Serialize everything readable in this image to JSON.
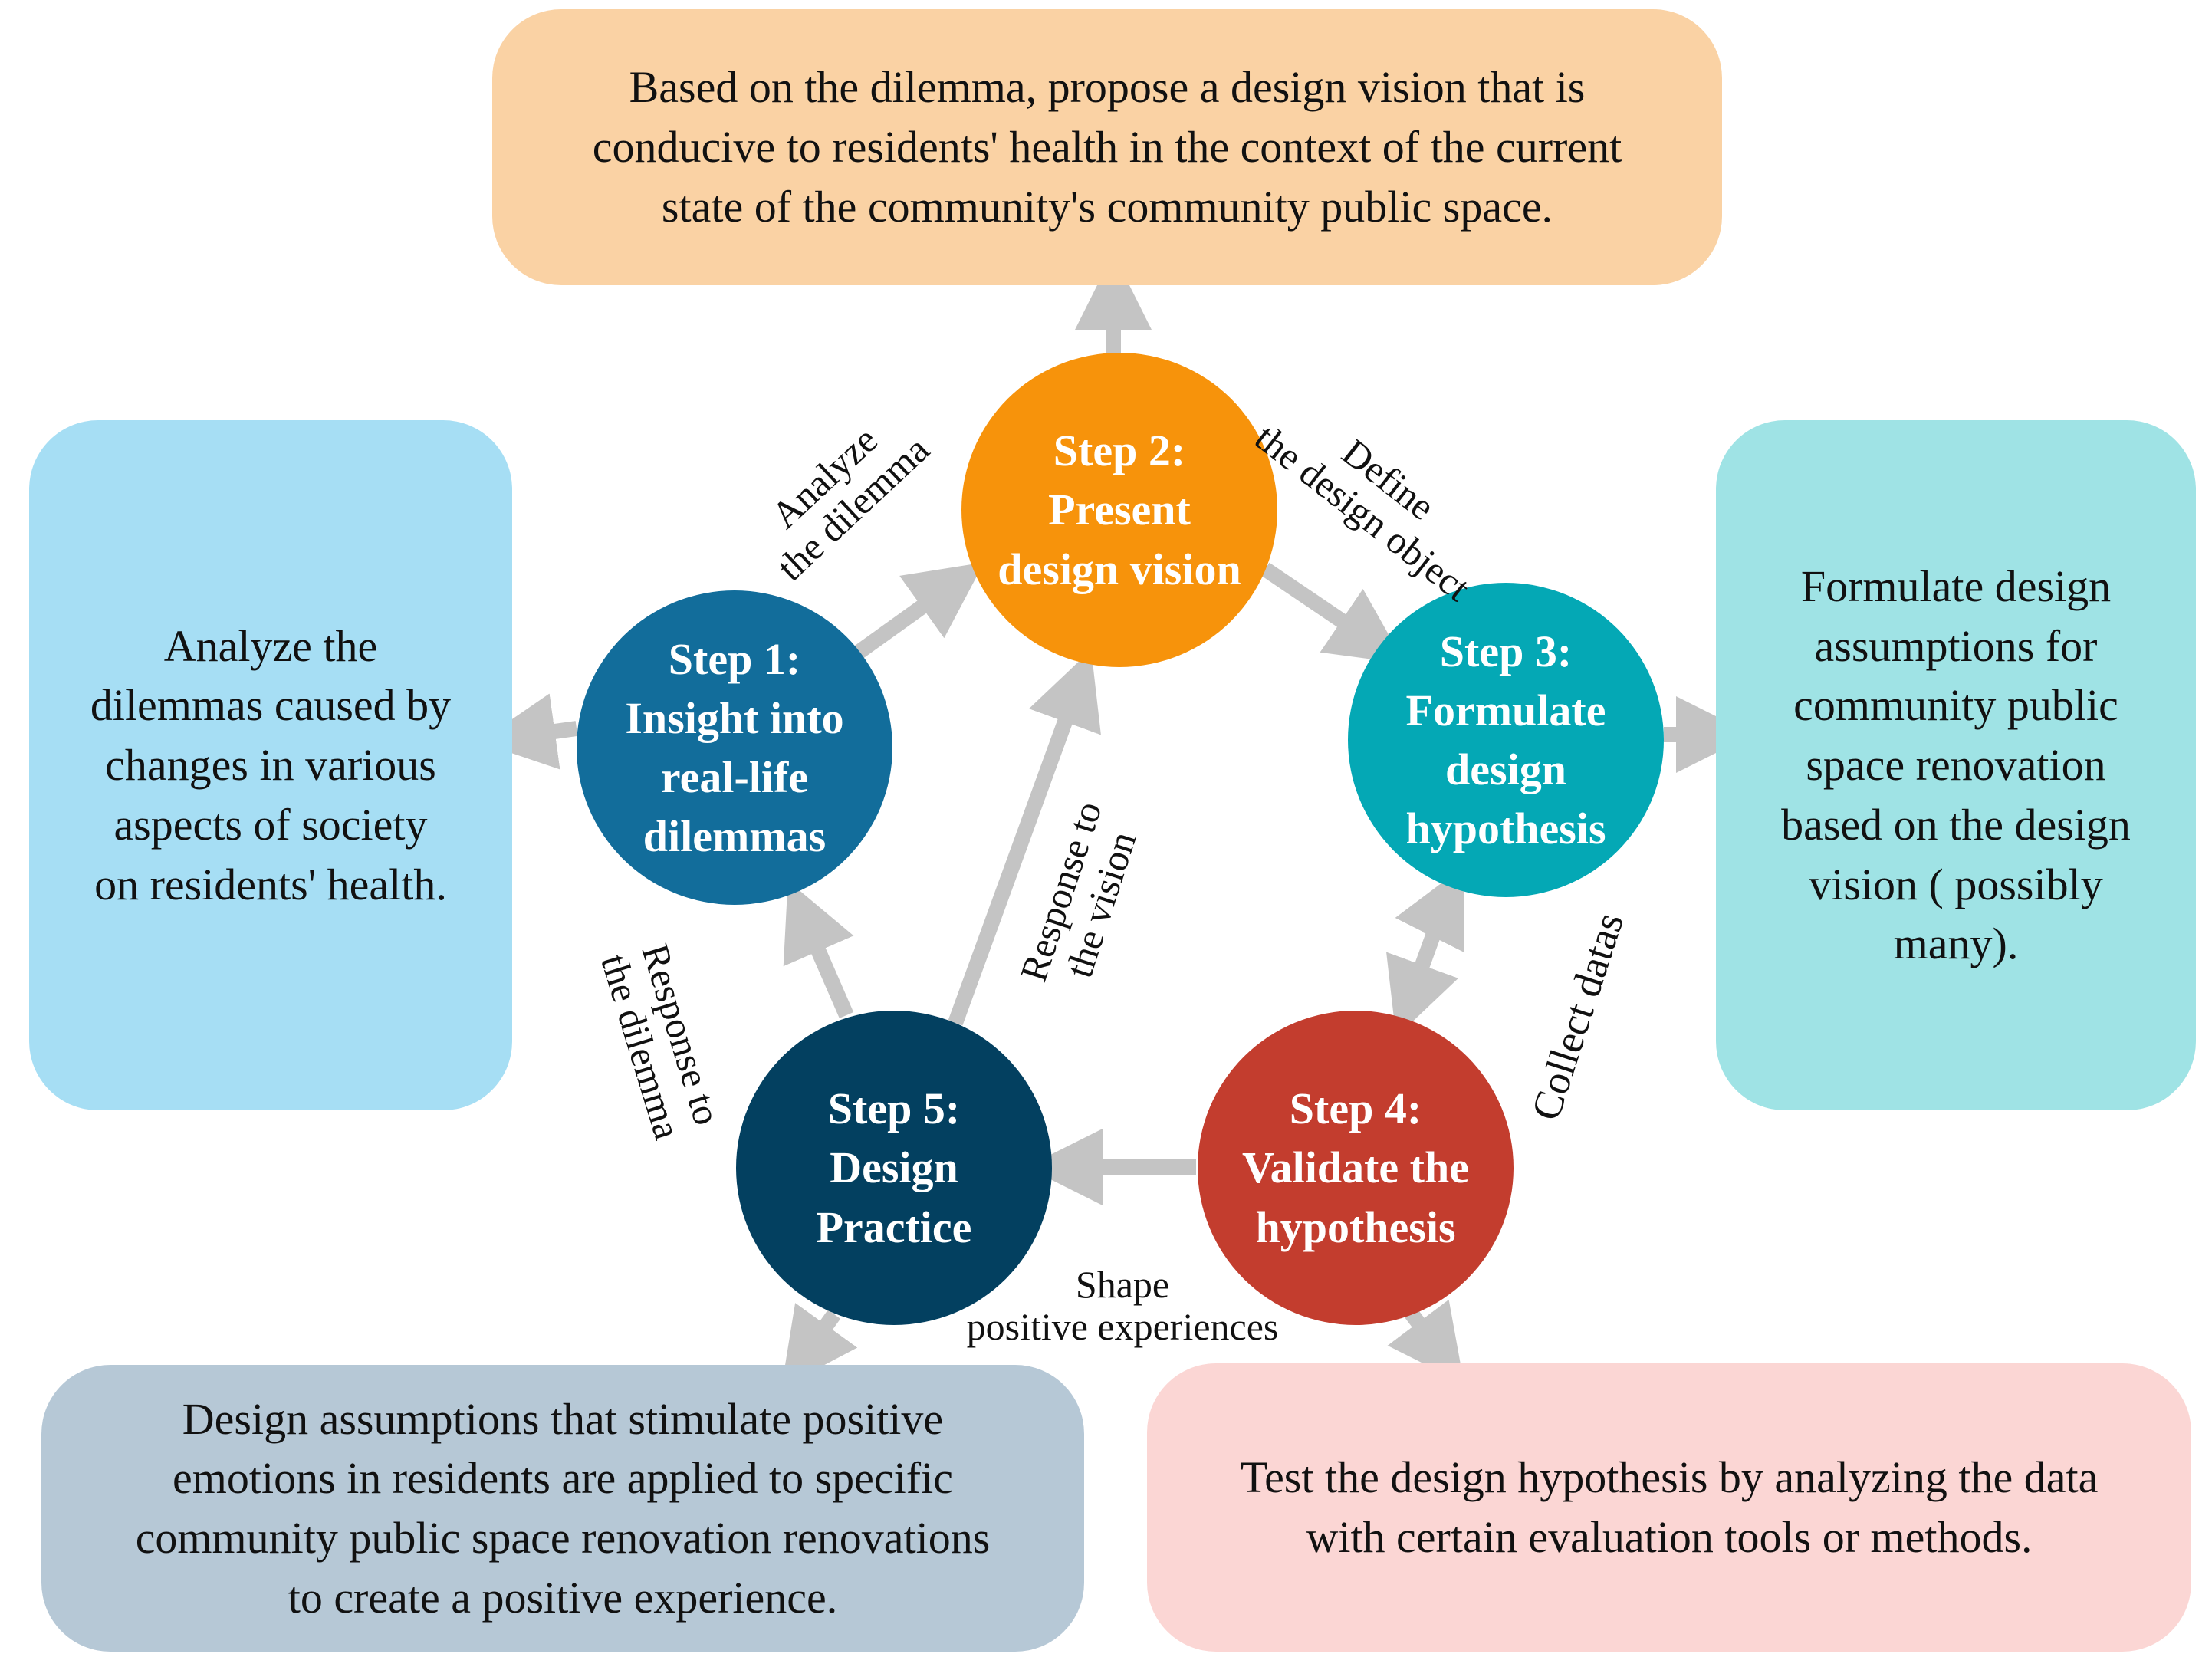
{
  "colors": {
    "arrow": "#c4c4c4",
    "step1": "#126d9b",
    "step2": "#f7930b",
    "step3": "#04a8b5",
    "step4": "#c33d2e",
    "step5": "#034060",
    "box_top": "#fad2a4",
    "box_left": "#a6def4",
    "box_right": "#9fe3e5",
    "box_bottom_left": "#b6c8d6",
    "box_bottom_right": "#fbd6d4"
  },
  "steps": {
    "step1": [
      "Step 1:",
      "Insight into",
      "real-life",
      "dilemmas"
    ],
    "step2": [
      "Step 2:",
      "Present",
      "design vision"
    ],
    "step3": [
      "Step 3:",
      "Formulate",
      "design",
      "hypothesis"
    ],
    "step4": [
      "Step 4:",
      "Validate the",
      "hypothesis"
    ],
    "step5": [
      "Step 5:",
      "Design",
      "Practice"
    ]
  },
  "boxes": {
    "top": [
      "Based on the dilemma, propose a design vision that is",
      "conducive to residents' health in the context of the current",
      "state of the community's community public space."
    ],
    "left": [
      "Analyze the",
      "dilemmas caused by",
      "changes in various",
      "aspects of society",
      "on residents' health."
    ],
    "right": [
      "Formulate design",
      "assumptions for",
      "community public",
      "space renovation",
      "based on the design",
      "vision ( possibly",
      "many)."
    ],
    "bottom_left": [
      "Design assumptions that stimulate positive",
      "emotions in residents are applied to specific",
      "community public space renovation renovations",
      "to create a positive experience."
    ],
    "bottom_right": [
      "Test the design hypothesis by analyzing the data",
      "with certain evaluation tools or methods."
    ]
  },
  "labels": {
    "analyze": [
      "Analyze",
      "the dilemma"
    ],
    "define": [
      "Define",
      "the design object"
    ],
    "response_vision": [
      "Response to",
      "the vision"
    ],
    "response_dilemma": [
      "Response to",
      "the dilemma"
    ],
    "collect": [
      "Collect datas"
    ],
    "shape": [
      "Shape",
      "positive experiences"
    ]
  }
}
